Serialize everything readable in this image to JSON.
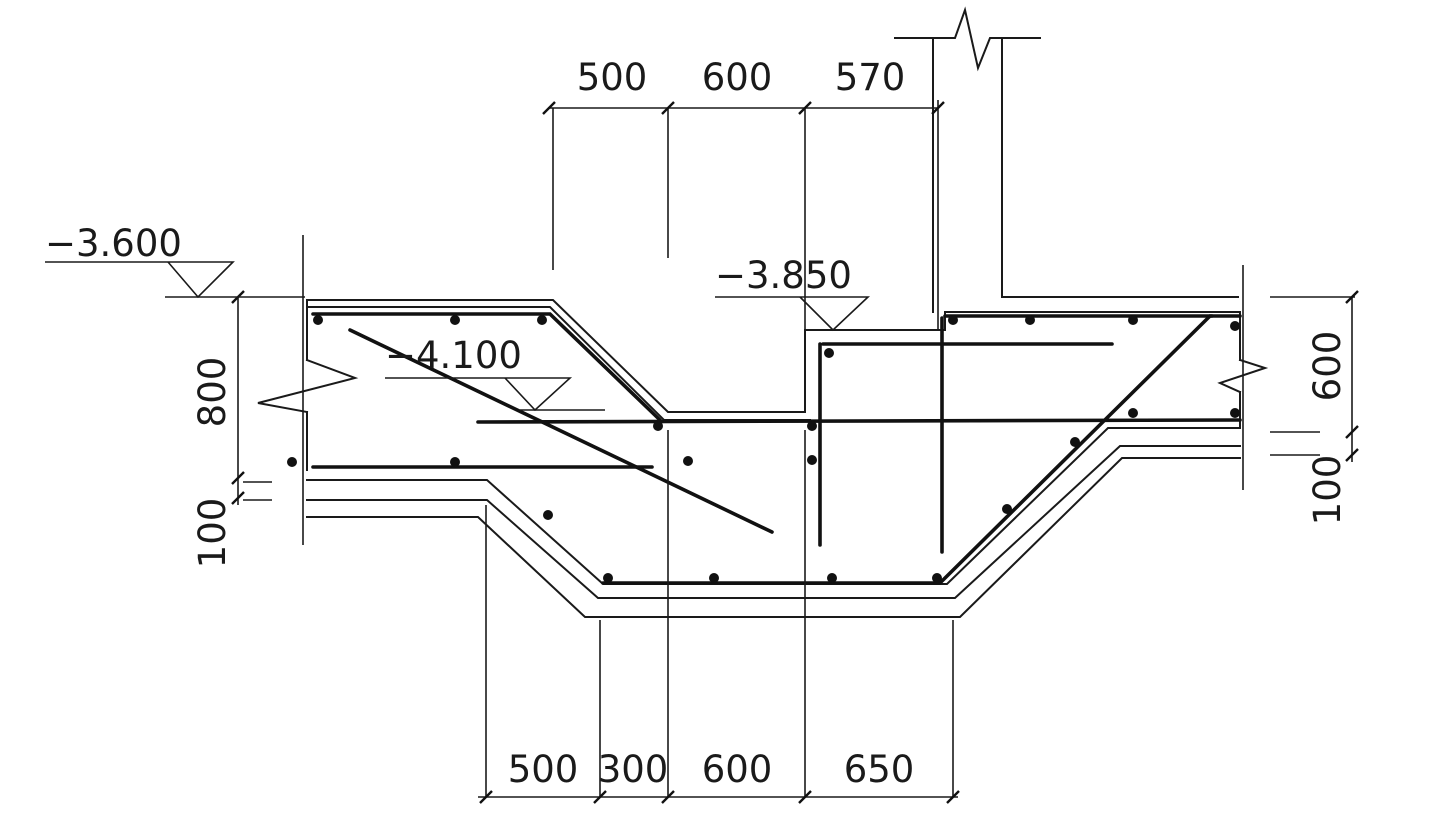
{
  "levels": {
    "level_1": "−3.600",
    "level_2": "−4.100",
    "level_3": "−3.850"
  },
  "top_dims": [
    "500",
    "600",
    "570"
  ],
  "bottom_dims": [
    "500",
    "300",
    "600",
    "650"
  ],
  "left_dims": [
    "800",
    "100"
  ],
  "right_dims": [
    "600",
    "100"
  ],
  "colors": {
    "line": "#1a1a1a",
    "background": "#ffffff"
  }
}
